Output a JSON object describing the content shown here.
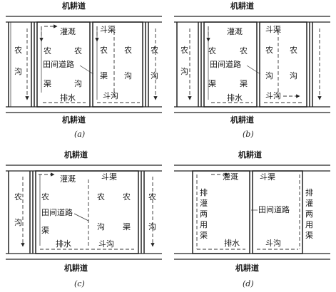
{
  "road": "机耕道",
  "panels": [
    {
      "caption": "(a)",
      "labels": {
        "irrigation": "灌溉",
        "douqu": "斗渠",
        "nong_left": "农",
        "gou_left": "沟",
        "nong_inner_left": "农",
        "qu_inner_left": "渠",
        "nong_c1": "农",
        "qu_c1": "沟",
        "nong_c2": "农",
        "qu_c2": "渠",
        "nong_right": "农",
        "gou_right": "沟",
        "field_road": "田间道路",
        "drainage": "排水",
        "dougou": "斗沟",
        "nong_far": "农",
        "gou_far": "沟"
      }
    },
    {
      "caption": "(b)",
      "labels": {
        "irrigation": "灌溉",
        "douqu": "斗渠",
        "nong_left": "农",
        "gou_left": "沟",
        "nong_inner_left": "农",
        "qu_inner_left": "渠",
        "nong_c1": "农",
        "qu_c1": "渠",
        "nong_c2": "农",
        "qu_c2": "沟",
        "nong_right": "农",
        "gou_right": "沟",
        "field_road": "田间道路",
        "drainage": "排水",
        "dougou": "斗沟"
      }
    },
    {
      "caption": "(c)",
      "labels": {
        "irrigation": "灌溉",
        "douqu": "斗渠",
        "nong_left": "农",
        "gou_left": "沟",
        "nong_inner_left": "农",
        "qu_inner_left": "渠",
        "nong_c1": "农",
        "qu_c1": "沟",
        "nong_c2": "农",
        "qu_c2": "渠",
        "nong_right": "农",
        "gou_right": "沟",
        "field_road": "田间道路",
        "drainage": "排水",
        "dougou": "斗沟"
      }
    },
    {
      "caption": "(d)",
      "labels": {
        "irrigation": "灌溉",
        "douqu": "斗渠",
        "left_vertical": [
          "排",
          "灌",
          "两",
          "用",
          "渠"
        ],
        "right_vertical": [
          "排",
          "灌",
          "两",
          "用",
          "渠"
        ],
        "field_road": "田间道路",
        "drainage": "排水",
        "dougou": "斗沟"
      }
    }
  ]
}
